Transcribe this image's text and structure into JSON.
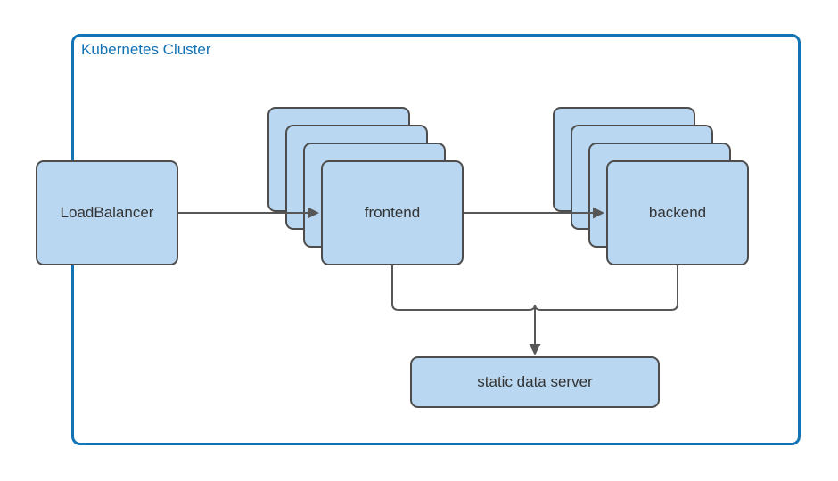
{
  "diagram": {
    "title": "Kubernetes Cluster",
    "cluster": {
      "label": "Kubernetes Cluster"
    },
    "nodes": {
      "loadbalancer": {
        "label": "LoadBalancer"
      },
      "frontend": {
        "label": "frontend",
        "visible_replicas": 4
      },
      "backend": {
        "label": "backend",
        "visible_replicas": 4
      },
      "static_data_server": {
        "label": "static data server"
      }
    },
    "edges": [
      {
        "from": "LoadBalancer",
        "to": "frontend",
        "arrow": true
      },
      {
        "from": "frontend",
        "to": "backend",
        "arrow": true
      },
      {
        "from": "frontend",
        "to": "static data server",
        "arrow": true
      },
      {
        "from": "backend",
        "to": "static data server",
        "arrow": true
      }
    ]
  },
  "colors": {
    "cluster_border": "#1273B5",
    "node_fill": "#B9D7F0",
    "node_border": "#4D4D4D",
    "connector": "#575757",
    "text": "#333333",
    "bg": "#FFFFFF"
  }
}
